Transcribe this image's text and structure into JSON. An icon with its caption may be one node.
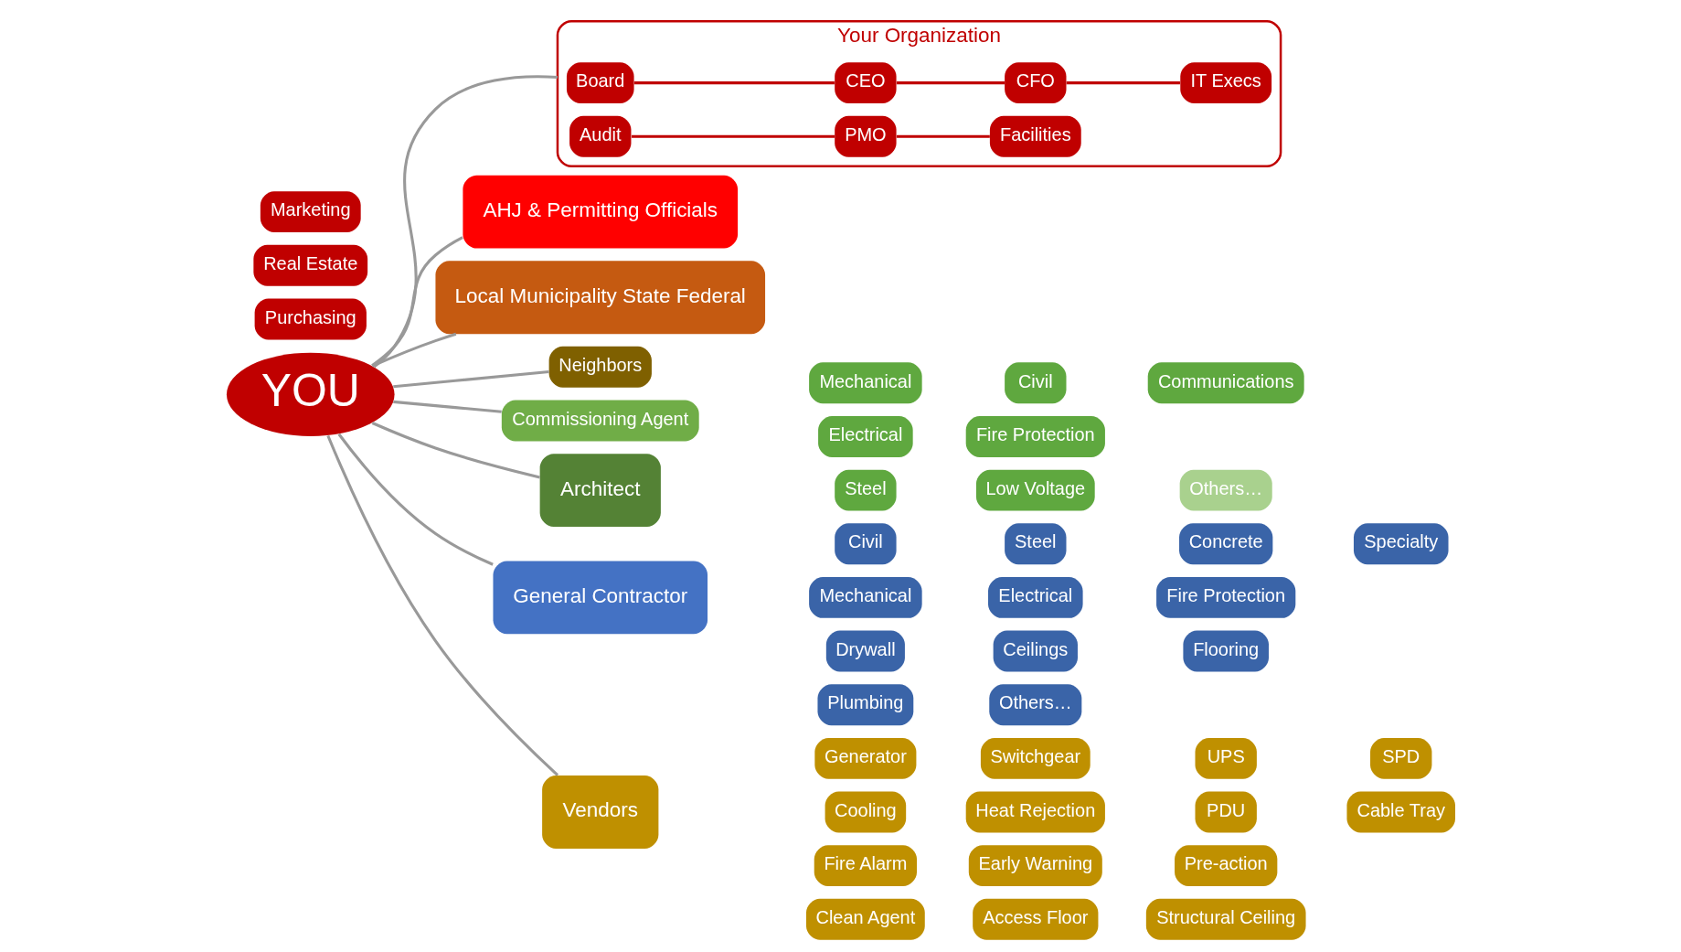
{
  "diagram": {
    "nodes": [
      {
        "text": [
          "Your Organization"
        ]
      },
      {
        "text": [
          "Board"
        ],
        "in": 0
      },
      {
        "text": [
          "CEO"
        ],
        "in": 0
      },
      {
        "text": [
          "CFO"
        ],
        "in": 0
      },
      {
        "text": [
          "IT Execs"
        ],
        "in": 0
      },
      {
        "text": [
          "Audit"
        ],
        "in": 0
      },
      {
        "text": [
          "PMO"
        ],
        "in": 0
      },
      {
        "text": [
          "Facilities"
        ],
        "in": 0
      },
      {
        "text": [
          "Purchasing"
        ]
      },
      {
        "text": [
          "Real Estate"
        ]
      },
      {
        "text": [
          "Marketing"
        ]
      },
      {
        "text": [
          "AHJ & Permitting Officials"
        ]
      },
      {
        "text": [
          "Local Municipality State Federal"
        ]
      },
      {
        "text": [
          "Neighbors"
        ]
      },
      {
        "text": [
          "Commissioning Agent"
        ]
      },
      {
        "text": [
          "YOU"
        ]
      },
      {
        "text": [
          "Architect"
        ]
      },
      {
        "text": [
          "General Contractor"
        ]
      },
      {
        "text": [
          "Vendors"
        ]
      },
      {
        "text": [
          "Mechanical"
        ]
      },
      {
        "text": [
          "Civil"
        ]
      },
      {
        "text": [
          "Communications"
        ]
      },
      {
        "text": [
          "Electrical"
        ]
      },
      {
        "text": [
          "Fire Protection"
        ]
      },
      {
        "text": [
          "Steel"
        ]
      },
      {
        "text": [
          "Low Voltage"
        ]
      },
      {
        "text": [
          "Others…"
        ]
      },
      {
        "text": [
          "Civil"
        ]
      },
      {
        "text": [
          "Steel"
        ]
      },
      {
        "text": [
          "Concrete"
        ]
      },
      {
        "text": [
          "Specialty"
        ]
      },
      {
        "text": [
          "Mechanical"
        ]
      },
      {
        "text": [
          "Electrical"
        ]
      },
      {
        "text": [
          "Fire Protection"
        ]
      },
      {
        "text": [
          "Drywall"
        ]
      },
      {
        "text": [
          "Ceilings"
        ]
      },
      {
        "text": [
          "Flooring"
        ]
      },
      {
        "text": [
          "Plumbing"
        ]
      },
      {
        "text": [
          "Others…"
        ]
      },
      {
        "text": [
          "Generator"
        ]
      },
      {
        "text": [
          "Switchgear"
        ]
      },
      {
        "text": [
          "UPS"
        ]
      },
      {
        "text": [
          "SPD"
        ]
      },
      {
        "text": [
          "Cooling"
        ]
      },
      {
        "text": [
          "Heat Rejection"
        ]
      },
      {
        "text": [
          "PDU"
        ]
      },
      {
        "text": [
          "Cable Tray"
        ]
      },
      {
        "text": [
          "Fire Alarm"
        ]
      },
      {
        "text": [
          "Early Warning"
        ]
      },
      {
        "text": [
          "Pre-action"
        ]
      },
      {
        "text": [
          "Clean Agent"
        ]
      },
      {
        "text": [
          "Access Floor"
        ]
      },
      {
        "text": [
          "Structural Ceiling"
        ]
      }
    ],
    "edges": [
      {
        "from": 1,
        "to": 2,
        "arrow": "none",
        "color": "#c00000"
      },
      {
        "from": 2,
        "to": 3,
        "arrow": "none",
        "color": "#c00000"
      },
      {
        "from": 3,
        "to": 4,
        "arrow": "none",
        "color": "#c00000"
      },
      {
        "from": 5,
        "to": 6,
        "arrow": "none",
        "color": "#c00000"
      },
      {
        "from": 6,
        "to": 7,
        "arrow": "none",
        "color": "#c00000"
      },
      {
        "from": 15,
        "to": 0,
        "arrow": "none"
      },
      {
        "from": 15,
        "to": 11,
        "arrow": "none"
      },
      {
        "from": 15,
        "to": 12,
        "arrow": "none"
      },
      {
        "from": 15,
        "to": 13,
        "arrow": "none"
      },
      {
        "from": 15,
        "to": 14,
        "arrow": "none"
      },
      {
        "from": 15,
        "to": 16,
        "arrow": "none"
      },
      {
        "from": 15,
        "to": 17,
        "arrow": "none"
      },
      {
        "from": 15,
        "to": 18,
        "arrow": "none"
      }
    ]
  }
}
